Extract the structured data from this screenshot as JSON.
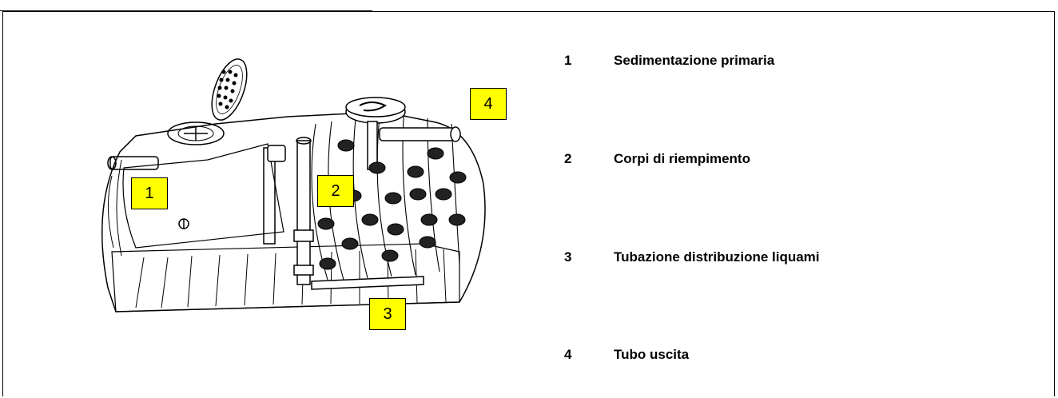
{
  "callouts": [
    {
      "number": "1"
    },
    {
      "number": "2"
    },
    {
      "number": "3"
    },
    {
      "number": "4"
    }
  ],
  "legend": [
    {
      "number": "1",
      "label": "Sedimentazione primaria"
    },
    {
      "number": "2",
      "label": "Corpi di riempimento"
    },
    {
      "number": "3",
      "label": "Tubazione distribuzione liquami"
    },
    {
      "number": "4",
      "label": "Tubo uscita"
    }
  ],
  "colors": {
    "callout_fill": "#ffff00",
    "line": "#000000"
  }
}
